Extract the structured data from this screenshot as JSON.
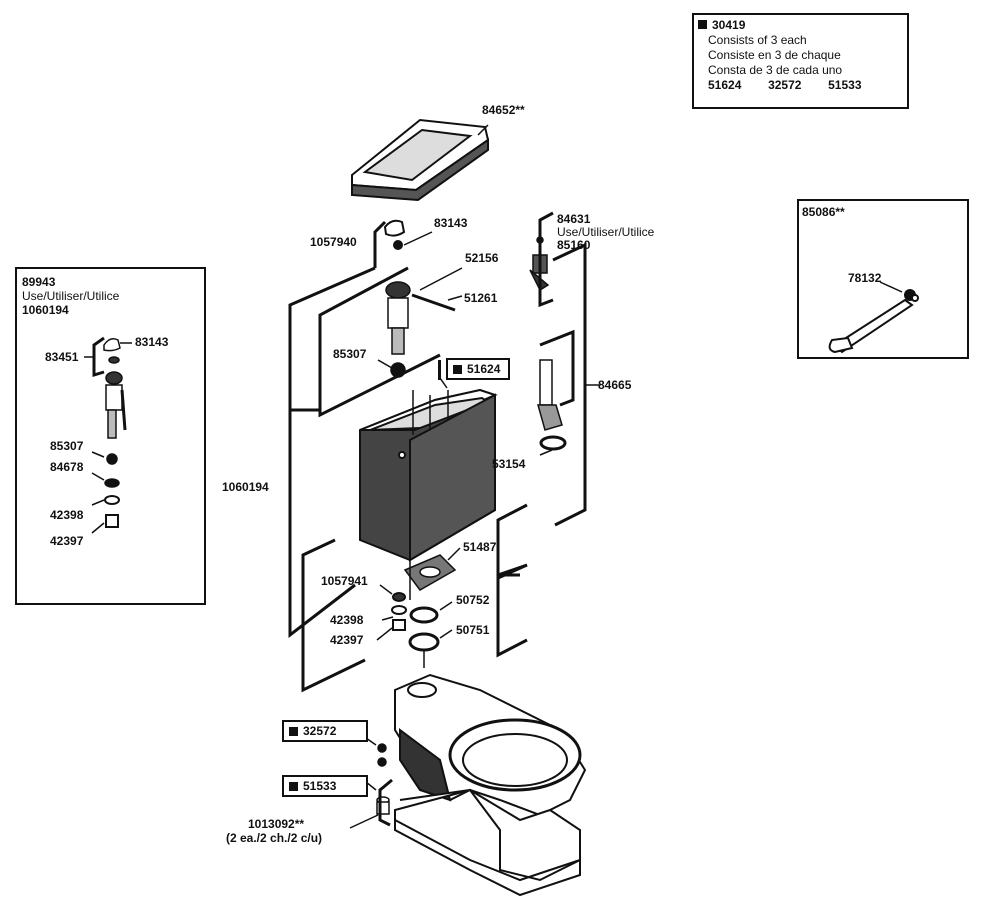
{
  "kit_box": {
    "number": "30419",
    "lines": [
      "Consists of 3 each",
      "Consiste en 3 de chaque",
      "Consta de 3 de cada uno"
    ],
    "parts": [
      "51624",
      "32572",
      "51533"
    ]
  },
  "left_box": {
    "number": "89943",
    "use": "Use/Utiliser/Utilice",
    "replacement": "1060194",
    "labels": [
      "83451",
      "83143",
      "85307",
      "84678",
      "42398",
      "42397"
    ]
  },
  "right_box": {
    "number": "85086**",
    "labels": [
      "78132"
    ]
  },
  "main_labels": {
    "lid": "84652**",
    "handle_group": "1057940",
    "handle_washer": "83143",
    "flush_valve_note_number": "84631",
    "flush_valve_note_use": "Use/Utiliser/Utilice",
    "flush_valve_note_replacement": "85160",
    "chain": "52156",
    "fill_valve_clip": "51261",
    "fill_washer": "85307",
    "tank_bolts_kit": "51624",
    "flush_valve": "84665",
    "tank": "1060194",
    "flush_seal": "53154",
    "tank_gasket": "51487",
    "bolt_nut": "1057941",
    "washer_a": "42398",
    "washer_b": "50752",
    "nut": "42397",
    "gasket": "50751",
    "caps_kit": "32572",
    "bolts_kit": "51533",
    "caps": "1013092**",
    "caps_note": "(2 ea./2 ch./2 c/u)"
  }
}
